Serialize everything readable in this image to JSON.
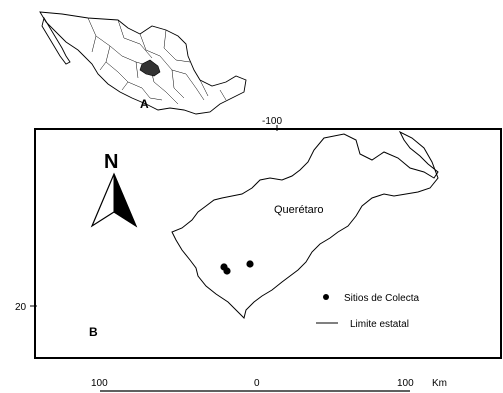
{
  "inset_map": {
    "label": "A"
  },
  "main_map": {
    "label": "B",
    "region_label": "Querétaro",
    "longitude_tick": "-100",
    "latitude_tick": "20",
    "north_arrow": "N",
    "legend": {
      "sites_label": "Sitios de Colecta",
      "boundary_label": "Limite estatal"
    },
    "collection_sites_count_shown": 3
  },
  "scale_bar": {
    "left_label": "100",
    "middle_label": "0",
    "right_label": "100",
    "unit": "Km"
  },
  "colors": {
    "ink": "#000000",
    "background": "#ffffff",
    "highlight": "#333333"
  }
}
